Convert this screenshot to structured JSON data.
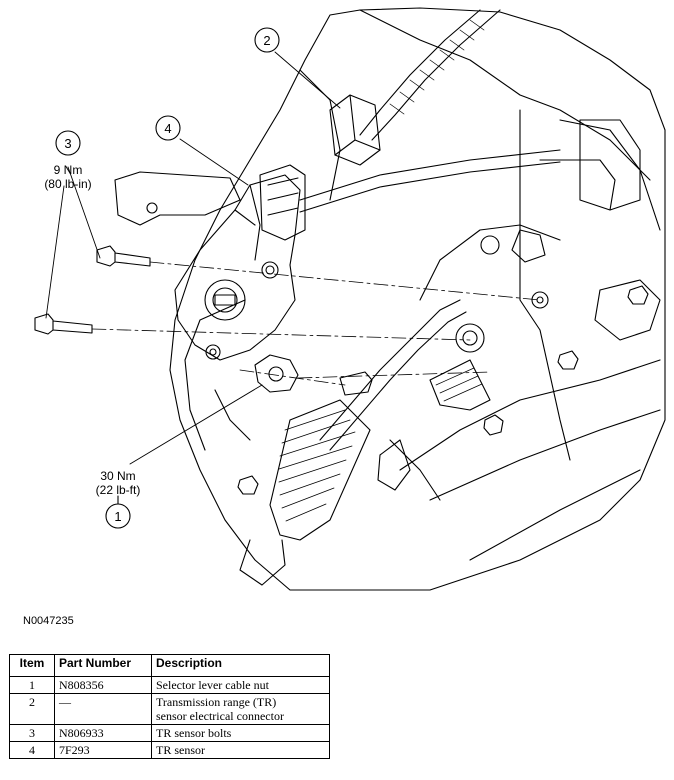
{
  "callouts": [
    {
      "number": "1",
      "torque": "30 Nm",
      "torque_alt": "(22 lb-ft)"
    },
    {
      "number": "2"
    },
    {
      "number": "3",
      "torque": "9 Nm",
      "torque_alt": "(80 lb-in)"
    },
    {
      "number": "4"
    }
  ],
  "figure_id": "N0047235",
  "table": {
    "headers": [
      "Item",
      "Part Number",
      "Description"
    ],
    "rows": [
      {
        "item": "1",
        "part_number": "N808356",
        "description": "Selector lever cable nut"
      },
      {
        "item": "2",
        "part_number": "—",
        "description_line1": "Transmission range (TR)",
        "description_line2": "sensor electrical connector"
      },
      {
        "item": "3",
        "part_number": "N806933",
        "description": "TR sensor bolts"
      },
      {
        "item": "4",
        "part_number": "7F293",
        "description": "TR sensor"
      }
    ]
  }
}
